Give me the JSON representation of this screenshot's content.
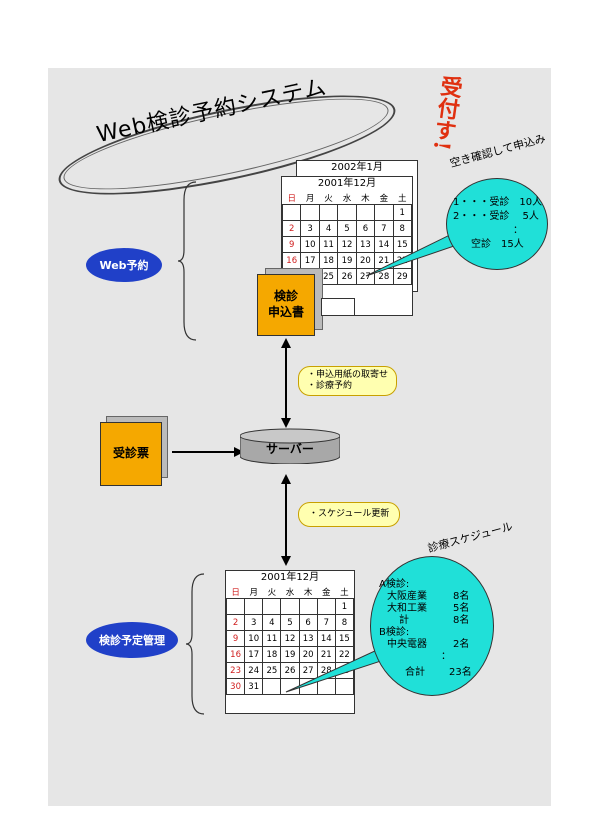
{
  "title": "Web検診予約システム",
  "stamp": "受付す!",
  "top_note": "空き確認して申込み",
  "schedule_note": "診療スケジュール",
  "labels": {
    "web_reservation": "Web予約",
    "schedule_management": "検診予定管理",
    "application_form": [
      "検診",
      "申込書"
    ],
    "ticket": "受診票",
    "server": "サーバー"
  },
  "pills": {
    "top": [
      "・申込用紙の取寄せ",
      "・診療予約"
    ],
    "bottom": "・スケジュール更新"
  },
  "calendar_back_title": "2002年1月",
  "calendar": {
    "title": "2001年12月",
    "weekdays": [
      "日",
      "月",
      "火",
      "水",
      "木",
      "金",
      "土"
    ],
    "rows": [
      [
        "",
        "",
        "",
        "",
        "",
        "",
        "1"
      ],
      [
        "2",
        "3",
        "4",
        "5",
        "6",
        "7",
        "8"
      ],
      [
        "9",
        "10",
        "11",
        "12",
        "13",
        "14",
        "15"
      ],
      [
        "16",
        "17",
        "18",
        "19",
        "20",
        "21",
        "22"
      ],
      [
        "23",
        "24",
        "25",
        "26",
        "27",
        "28",
        "29"
      ],
      [
        "30",
        "31",
        "",
        "",
        "",
        "",
        ""
      ]
    ]
  },
  "availability_bubble": {
    "line1": "1・・・受診　10人",
    "line2": "2・・・受診　 5人",
    "dots": "：",
    "line3": "空診　15人"
  },
  "schedule_bubble": {
    "a_header": "A検診:",
    "a_items": [
      [
        "大阪産業",
        "8名"
      ],
      [
        "大和工業",
        "5名"
      ],
      [
        "計",
        "8名"
      ]
    ],
    "b_header": "B検診:",
    "b_items": [
      [
        "中央電器",
        "2名"
      ]
    ],
    "dots": "：",
    "total_label": "合計",
    "total_value": "23名"
  }
}
